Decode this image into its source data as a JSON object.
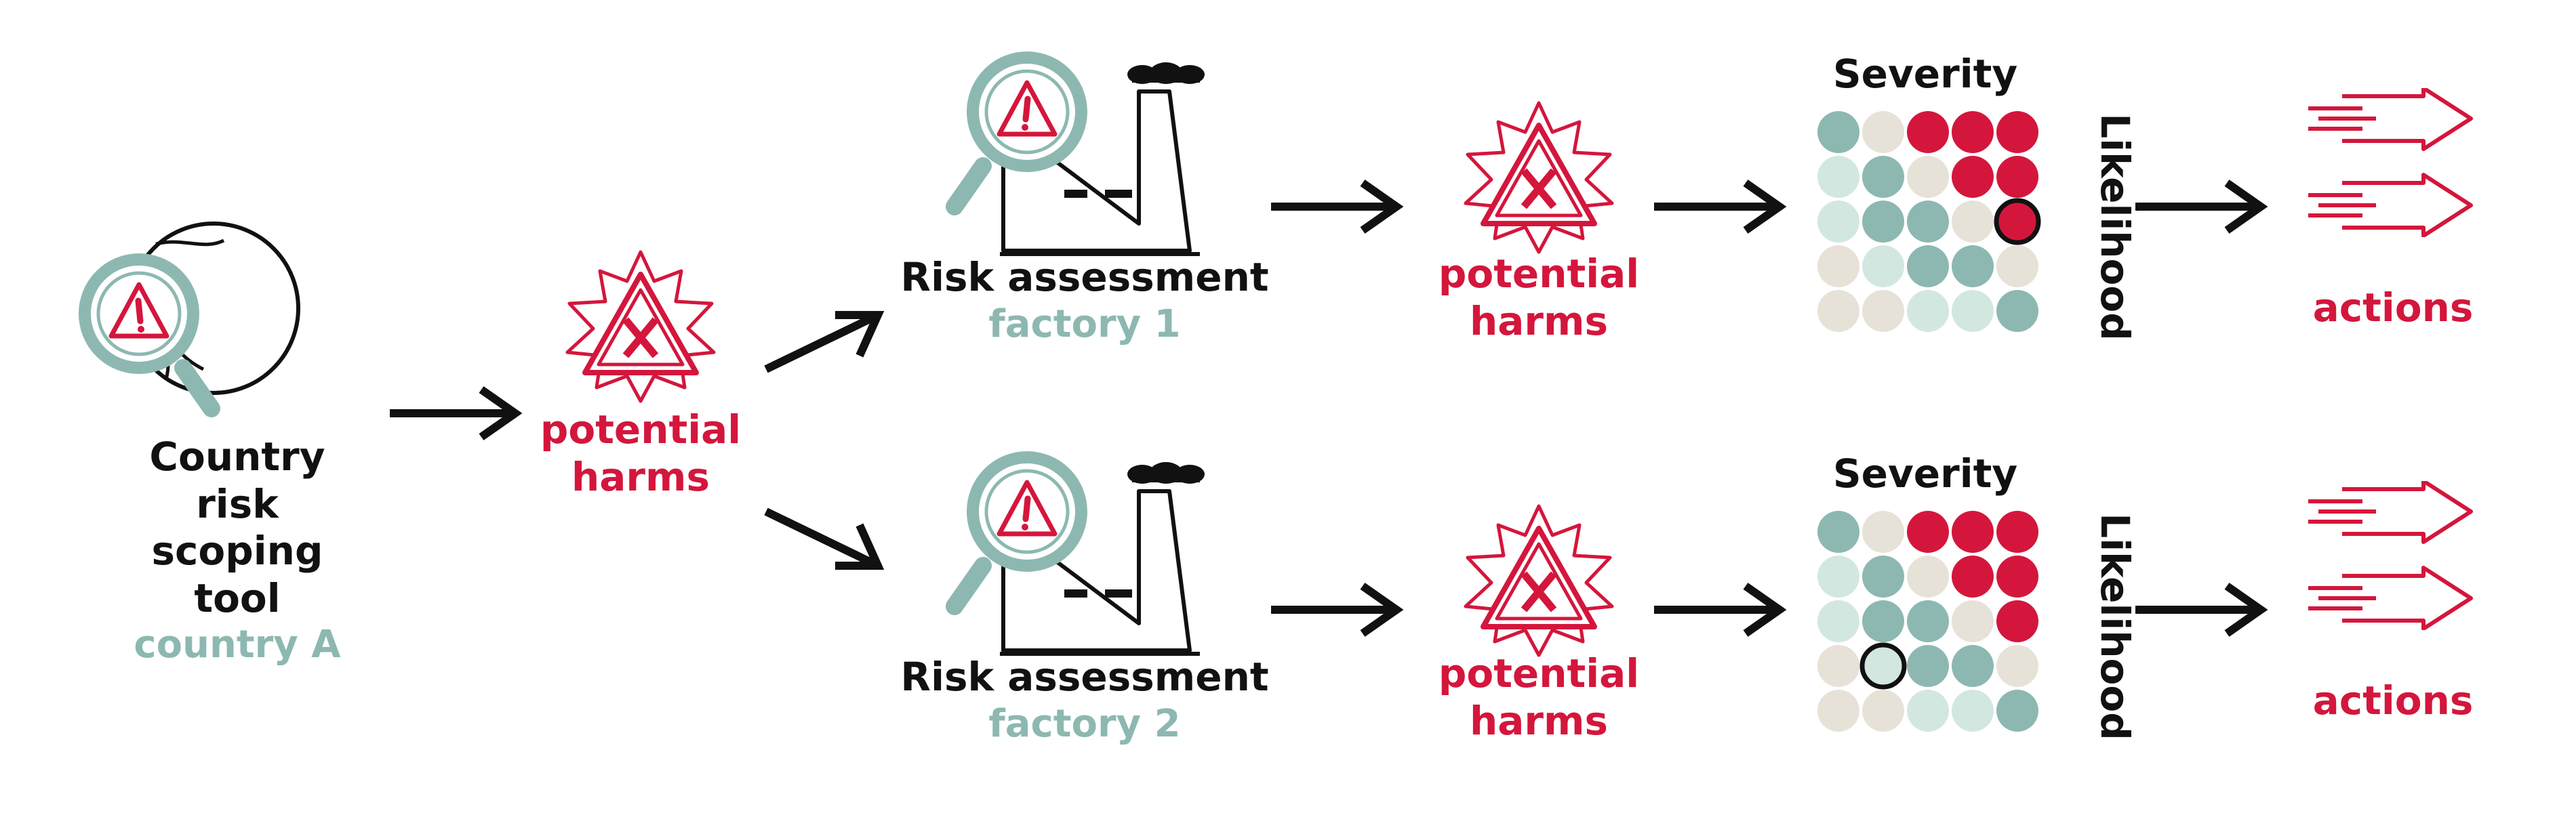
{
  "colors": {
    "red": "#d4163c",
    "teal": "#8db8b1",
    "light_teal": "#d3e7e1",
    "beige": "#e7e2d8",
    "black": "#111111"
  },
  "nodes": {
    "scoping_tool": {
      "title": "Country risk scoping tool",
      "subtitle": "country A",
      "icon": "globe-magnifier-warning-icon"
    },
    "harms_main": {
      "label": "potential harms",
      "icon": "starburst-x-warning-icon"
    },
    "factory_1": {
      "title": "Risk assessment",
      "subtitle": "factory 1",
      "icon": "factory-magnifier-warning-icon"
    },
    "factory_2": {
      "title": "Risk assessment",
      "subtitle": "factory 2",
      "icon": "factory-magnifier-warning-icon"
    },
    "harms_1": {
      "label": "potential harms",
      "icon": "starburst-x-warning-icon"
    },
    "harms_2": {
      "label": "potential harms",
      "icon": "starburst-x-warning-icon"
    },
    "matrix_1": {
      "x_label": "Severity",
      "y_label": "Likelihood"
    },
    "matrix_2": {
      "x_label": "Severity",
      "y_label": "Likelihood"
    },
    "actions_1": {
      "label": "actions",
      "icon": "double-forward-arrows-icon"
    },
    "actions_2": {
      "label": "actions",
      "icon": "double-forward-arrows-icon"
    }
  },
  "risk_matrix_1": {
    "cells": [
      [
        "teal",
        "beige",
        "red",
        "red",
        "red"
      ],
      [
        "light_teal",
        "teal",
        "beige",
        "red",
        "red"
      ],
      [
        "light_teal",
        "teal",
        "teal",
        "beige",
        "red"
      ],
      [
        "beige",
        "light_teal",
        "teal",
        "teal",
        "beige"
      ],
      [
        "beige",
        "beige",
        "light_teal",
        "light_teal",
        "teal"
      ]
    ],
    "highlight": {
      "row": 2,
      "col": 4
    }
  },
  "risk_matrix_2": {
    "cells": [
      [
        "teal",
        "beige",
        "red",
        "red",
        "red"
      ],
      [
        "light_teal",
        "teal",
        "beige",
        "red",
        "red"
      ],
      [
        "light_teal",
        "teal",
        "teal",
        "beige",
        "red"
      ],
      [
        "beige",
        "light_teal",
        "teal",
        "teal",
        "beige"
      ],
      [
        "beige",
        "beige",
        "light_teal",
        "light_teal",
        "teal"
      ]
    ],
    "highlight": {
      "row": 3,
      "col": 1
    }
  }
}
